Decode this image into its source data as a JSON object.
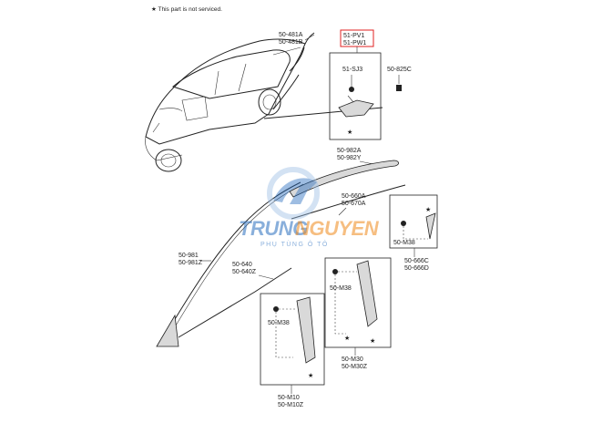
{
  "note": "★ This part is not serviced.",
  "watermark": {
    "brand_a": "TRUNG",
    "brand_b": "NGUYEN",
    "tagline": "PHỤ TÙNG Ô TÔ",
    "color_blue": "#2a6fbf",
    "color_orange": "#f08a1c"
  },
  "labels": {
    "p50_481": "50-481A",
    "p50_481b": "50-481B",
    "p51_pv1": "51-PV1",
    "p51_pw1": "51-PW1",
    "p51_sj3": "51-SJ3",
    "p50_825": "50-825C",
    "p50_982a": "50-982A",
    "p50_982y": "50-982Y",
    "p50_660a": "50-660A",
    "p50_670a": "50-670A",
    "p50_981": "50-981",
    "p50_981z": "50-981Z",
    "p50_640": "50-640",
    "p50_640z": "50-640Z",
    "p50_m38_a": "50-M38",
    "p50_m38_b": "50-M38",
    "p50_m38_c": "50-M38",
    "p50_666c": "50-666C",
    "p50_666d": "50-666D",
    "p50_m30": "50-M30",
    "p50_m30z": "50-M30Z",
    "p50_m10": "50-M10",
    "p50_m10z": "50-M10Z"
  },
  "highlight_color": "#e02020"
}
